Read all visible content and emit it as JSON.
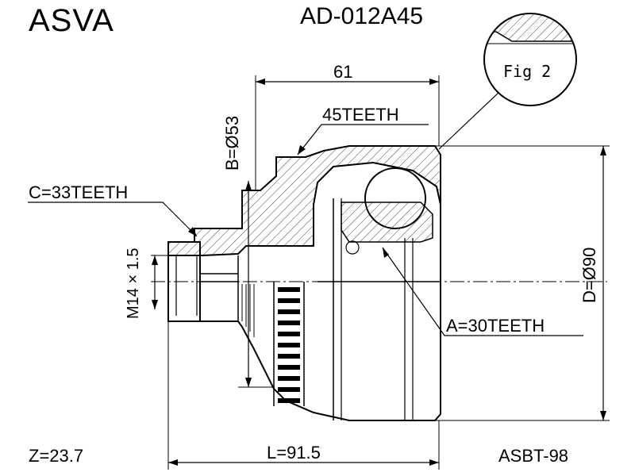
{
  "header": {
    "brand": "ASVA",
    "part_number": "AD-012A45"
  },
  "dimensions": {
    "length_top": "61",
    "b_diameter": "B=Ø53",
    "teeth_45": "45TEETH",
    "c_teeth": "C=33TEETH",
    "thread": "M14 × 1.5",
    "a_teeth": "A=30TEETH",
    "d_diameter": "D=Ø90",
    "total_length": "L=91.5"
  },
  "detail": {
    "fig_label": "Fig 2"
  },
  "footer": {
    "z_value": "Z=23.7",
    "code": "ASBT-98"
  },
  "colors": {
    "line": "#000000",
    "hatch": "#444444",
    "background": "#ffffff"
  }
}
